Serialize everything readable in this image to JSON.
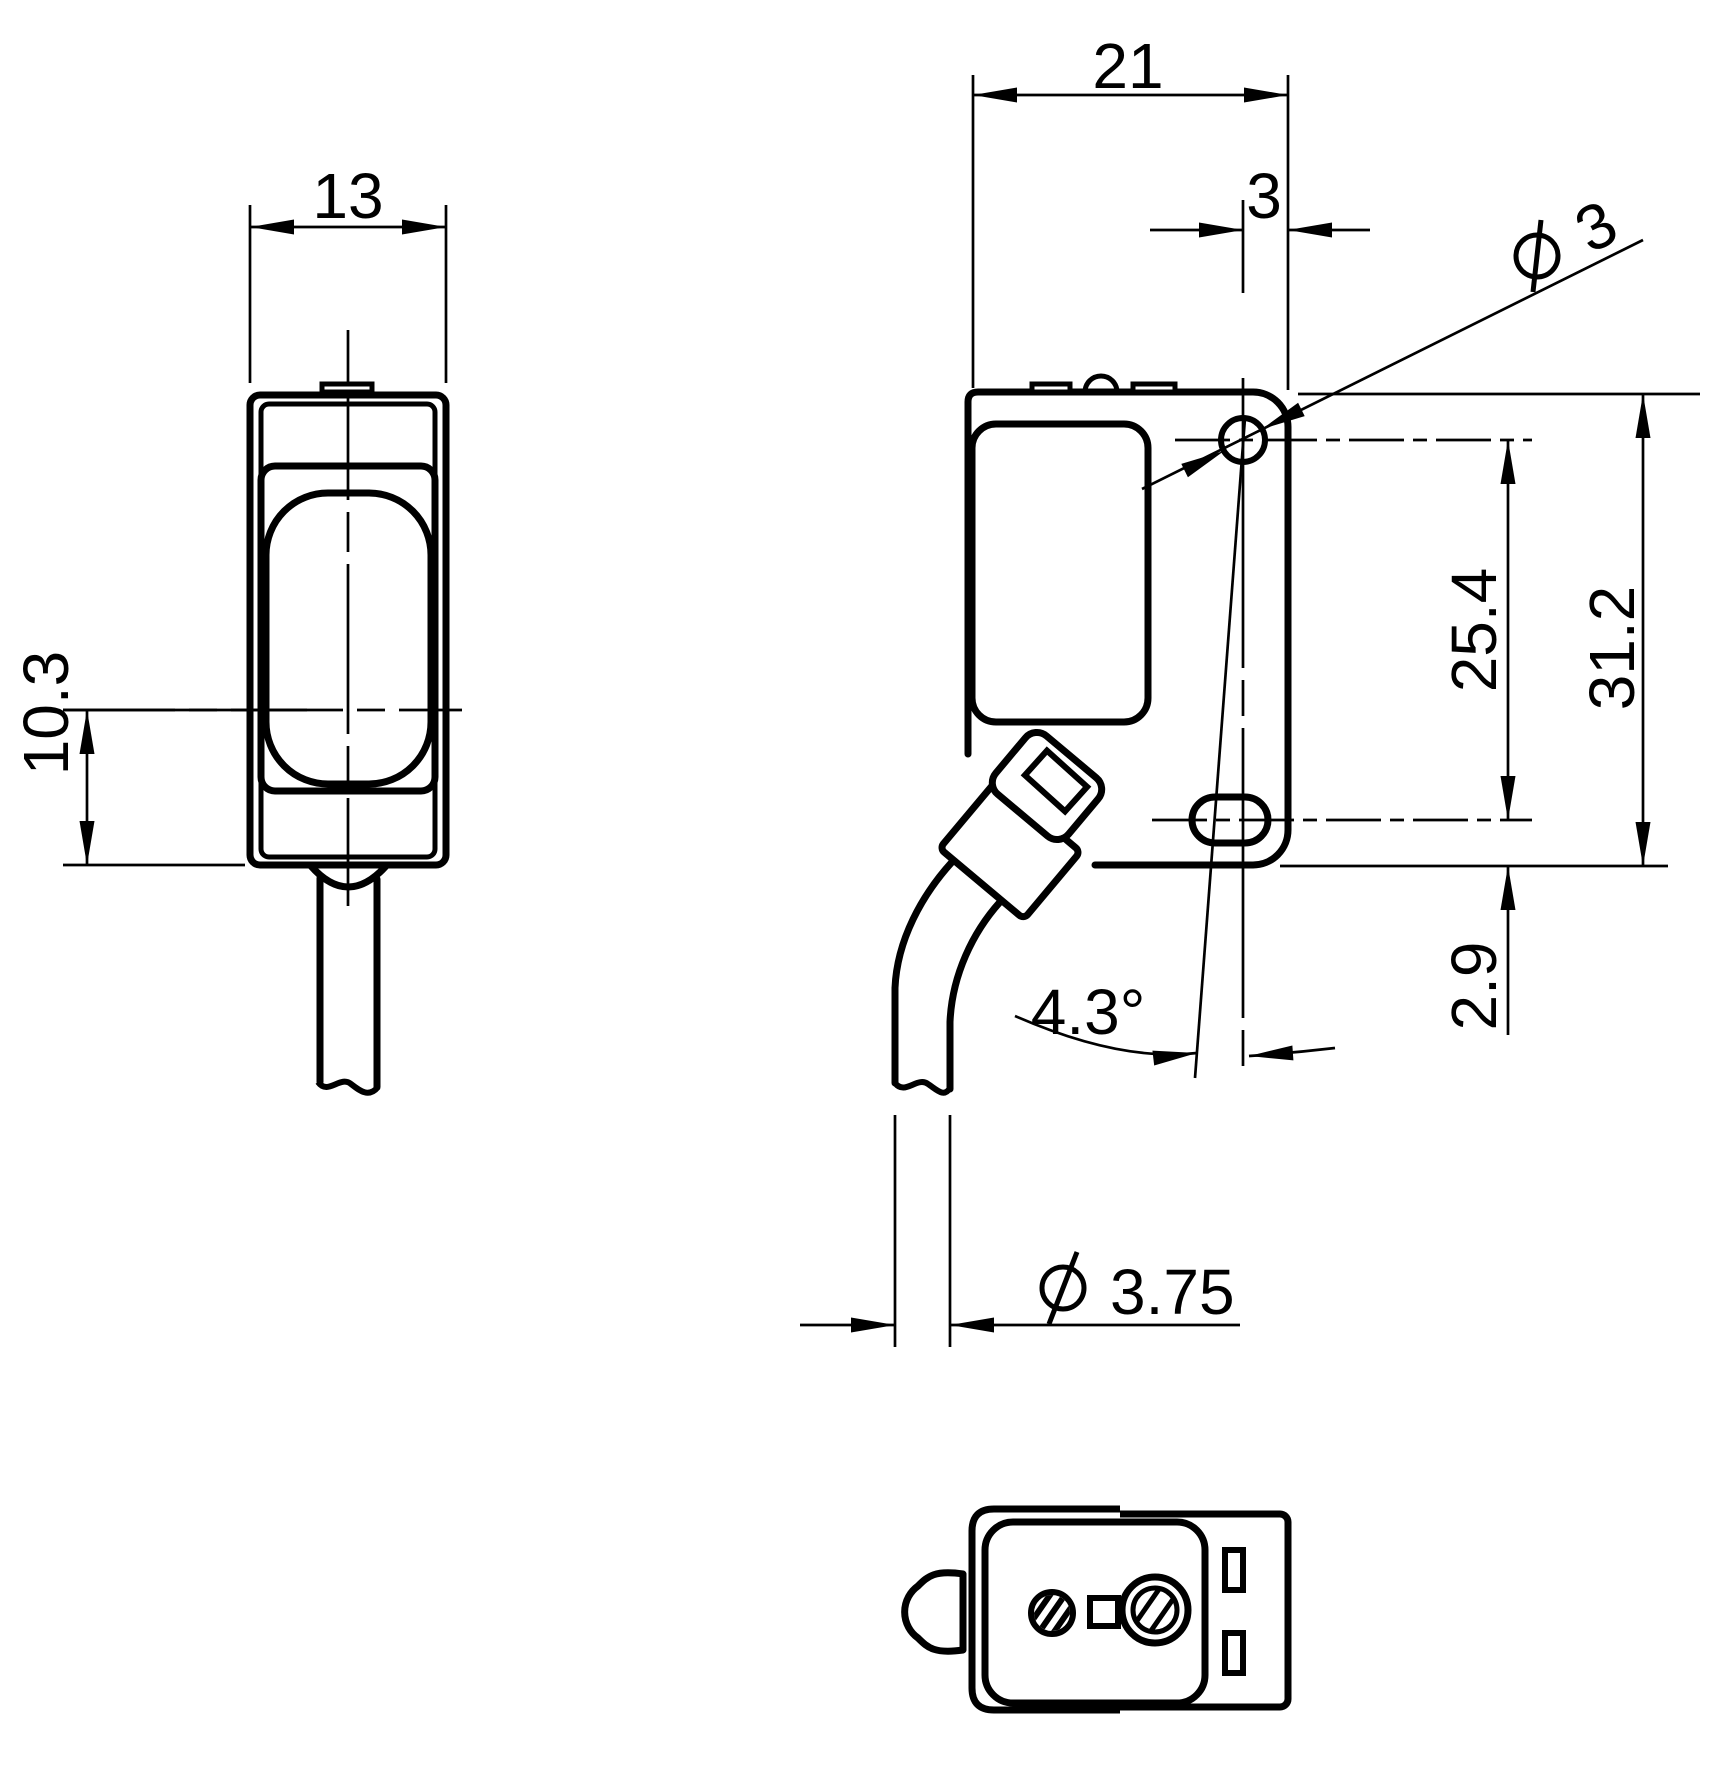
{
  "drawing": {
    "type": "technical-dimension-drawing",
    "background": "#ffffff",
    "line_color": "#000000",
    "views": [
      {
        "id": "front",
        "label": "front-view"
      },
      {
        "id": "side",
        "label": "side-view"
      },
      {
        "id": "top",
        "label": "connector-top-view"
      }
    ],
    "dimensions": {
      "front_width": "13",
      "optical_axis_height": "10.3",
      "side_depth": "21",
      "hole_edge_offset": "3",
      "hole_diameter": "3",
      "hole_pitch": "25.4",
      "side_height": "31.2",
      "slot_bottom_offset": "2.9",
      "cable_tilt_angle": "4.3°",
      "cable_diameter": "3.75"
    },
    "symbols": {
      "diameter_sign": "⌀",
      "degree_sign": "°"
    }
  }
}
